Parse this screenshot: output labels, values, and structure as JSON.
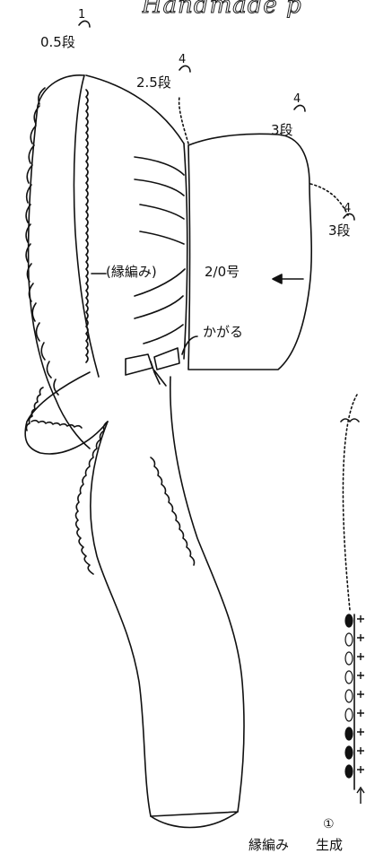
{
  "watermark": "Handmade p",
  "labels": {
    "top_rows_num": "1",
    "top_rows_text": "0.5段",
    "brim_rows_num": "4",
    "brim_rows_text": "2.5段",
    "crown_rows_num": "4",
    "crown_rows_text": "3段",
    "side_rows_num": "4",
    "side_rows_text": "3段",
    "edging": "(縁編み)",
    "hook": "2/0号",
    "sew": "かがる",
    "bottom_edging": "縁編み",
    "chart_start_num": "①",
    "chart_start_text": "生成"
  },
  "colors": {
    "line": "#111111",
    "background": "#ffffff"
  }
}
